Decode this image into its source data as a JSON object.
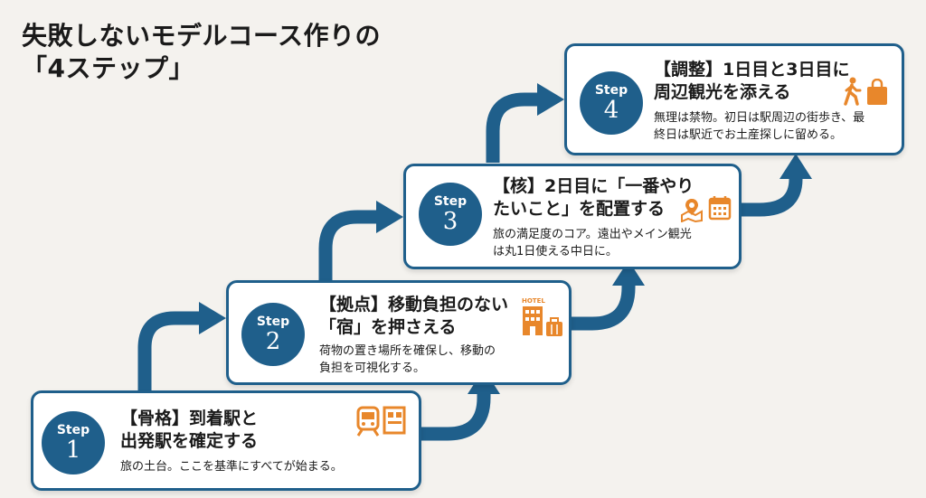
{
  "title": {
    "line1": "失敗しないモデルコース作りの",
    "line2": "「4ステップ」"
  },
  "colors": {
    "primary": "#1f5f8b",
    "accent": "#e8872b",
    "card_bg": "#ffffff",
    "page_bg": "#f4f2ee"
  },
  "steps": [
    {
      "step_label": "Step",
      "number": "1",
      "heading_line1": "【骨格】到着駅と",
      "heading_line2": "出発駅を確定する",
      "desc_line1": "旅の土台。ここを基準にすべてが始まる。",
      "desc_line2": "",
      "icons": [
        "train-icon",
        "station-icon"
      ]
    },
    {
      "step_label": "Step",
      "number": "2",
      "heading_line1": "【拠点】移動負担のない",
      "heading_line2": "「宿」を押さえる",
      "desc_line1": "荷物の置き場所を確保し、移動の",
      "desc_line2": "負担を可視化する。",
      "icon_label": "HOTEL",
      "icons": [
        "hotel-icon",
        "suitcase-icon"
      ]
    },
    {
      "step_label": "Step",
      "number": "3",
      "heading_line1": "【核】2日目に「一番やり",
      "heading_line2": "たいこと」を配置する",
      "desc_line1": "旅の満足度のコア。遠出やメイン観光",
      "desc_line2": "は丸1日使える中日に。",
      "icons": [
        "map-pin-icon",
        "calendar-icon"
      ]
    },
    {
      "step_label": "Step",
      "number": "4",
      "heading_line1": "【調整】1日目と3日目に",
      "heading_line2": "周辺観光を添える",
      "desc_line1": "無理は禁物。初日は駅周辺の街歩き、最",
      "desc_line2": "終日は駅近でお土産探しに留める。",
      "icons": [
        "walking-person-icon",
        "shopping-bag-icon"
      ]
    }
  ]
}
